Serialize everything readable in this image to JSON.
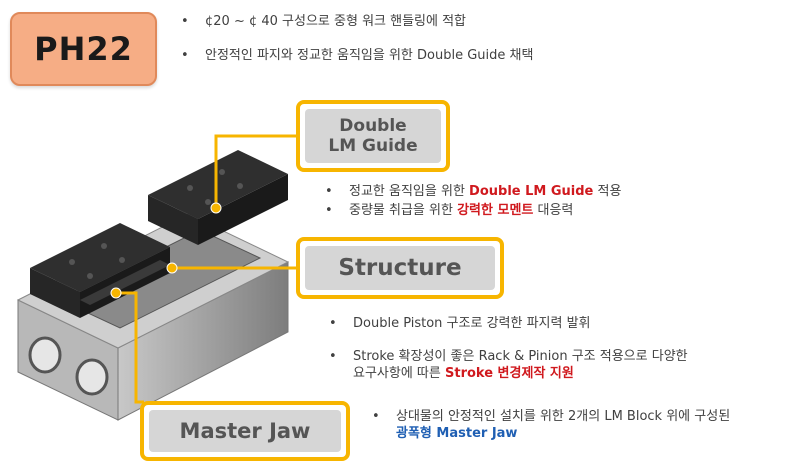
{
  "badge": {
    "title": "PH22"
  },
  "header_bullets": [
    "¢20 ~ ¢ 40 구성으로 중형 워크 핸들링에 적합",
    "안정적인 파지와 정교한 움직임을 위한 Double Guide 채택"
  ],
  "labels": {
    "double_lm_guide": {
      "line1": "Double",
      "line2": "LM Guide"
    },
    "structure": "Structure",
    "master_jaw": "Master Jaw"
  },
  "guide_bullets": [
    {
      "pre": "정교한 움직임을 위한 ",
      "hl": "Double LM Guide",
      "post": " 적용"
    },
    {
      "pre": "중량물 취급을 위한 ",
      "hl": "강력한 모멘트",
      "post": " 대응력"
    }
  ],
  "structure_bullets": [
    {
      "text": "Double Piston 구조로 강력한 파지력 발휘"
    },
    {
      "line1": "Stroke 확장성이 좋은 Rack & Pinion 구조 적용으로 다양한",
      "line2_pre": "요구사항에 따른 ",
      "line2_hl": "Stroke 변경제작 지원"
    }
  ],
  "jaw_bullet": {
    "line1": "상대물의 안정적인 설치를 위한 2개의 LM Block 위에 구성된",
    "line2_hl": "광폭형 Master Jaw"
  },
  "colors": {
    "accent": "#f7b500",
    "badge": "#f6ad85",
    "highlight_red": "#d0191e",
    "highlight_blue": "#1f5fb3"
  },
  "bullet_symbol": "•"
}
